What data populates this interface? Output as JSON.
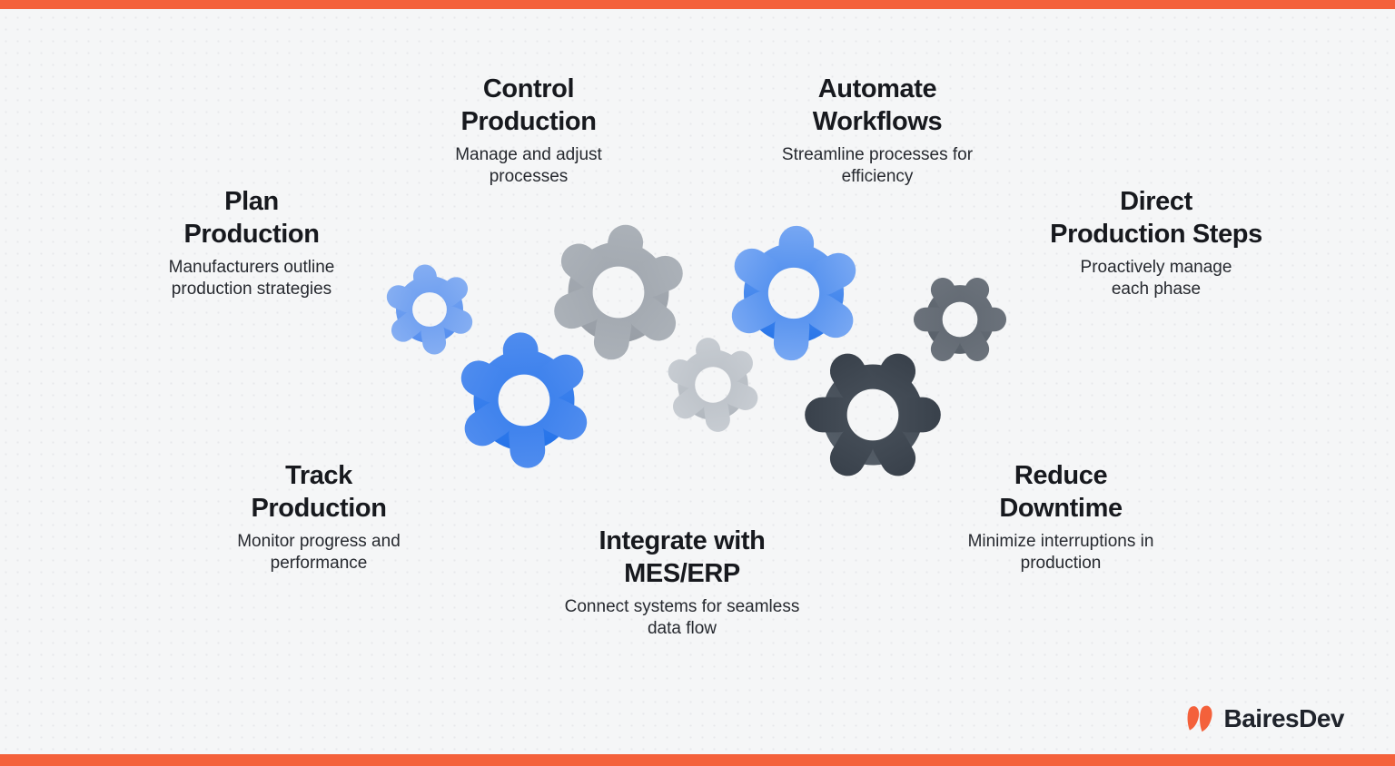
{
  "page": {
    "accent_color": "#f4613b",
    "background_color": "#f5f6f7",
    "heading_color": "#17191e",
    "subtitle_color": "#26292f"
  },
  "features": [
    {
      "id": "control-production",
      "title_line1": "Control",
      "title_line2": "Production",
      "sub_line1": "Manage and adjust",
      "sub_line2": "processes"
    },
    {
      "id": "automate-workflows",
      "title_line1": "Automate",
      "title_line2": "Workflows",
      "sub_line1": "Streamline processes for",
      "sub_line2": "efficiency"
    },
    {
      "id": "plan-production",
      "title_line1": "Plan",
      "title_line2": "Production",
      "sub_line1": "Manufacturers outline",
      "sub_line2": "production strategies"
    },
    {
      "id": "direct-production-steps",
      "title_line1": "Direct",
      "title_line2": "Production Steps",
      "sub_line1": "Proactively manage",
      "sub_line2": "each phase"
    },
    {
      "id": "track-production",
      "title_line1": "Track",
      "title_line2": "Production",
      "sub_line1": "Monitor progress and",
      "sub_line2": "performance"
    },
    {
      "id": "integrate-mes-erp",
      "title_line1": "Integrate with",
      "title_line2": "MES/ERP",
      "sub_line1": "Connect systems for seamless",
      "sub_line2": "data flow"
    },
    {
      "id": "reduce-downtime",
      "title_line1": "Reduce",
      "title_line2": "Downtime",
      "sub_line1": "Minimize interruptions in",
      "sub_line2": "production"
    }
  ],
  "gears": {
    "items": [
      {
        "name": "small-blue-gear",
        "top": "#85aef2",
        "bottom": "#4d89ee"
      },
      {
        "name": "medium-blue-gear",
        "top": "#4f8cef",
        "bottom": "#1e6fe8"
      },
      {
        "name": "large-gray-gear",
        "top": "#abb1b8",
        "bottom": "#959ba3"
      },
      {
        "name": "large-blue-gear",
        "top": "#77a7f3",
        "bottom": "#1b6de7"
      },
      {
        "name": "small-light-gray-gear",
        "top": "#c7ccd2",
        "bottom": "#aeb4bb"
      },
      {
        "name": "dark-slate-gear",
        "top": "#39414b",
        "bottom": "#5a636d"
      },
      {
        "name": "medium-slate-gear",
        "top": "#6b727b",
        "bottom": "#565e67"
      }
    ]
  },
  "logo": {
    "brand": "BairesDev",
    "color": "#f4613b"
  }
}
